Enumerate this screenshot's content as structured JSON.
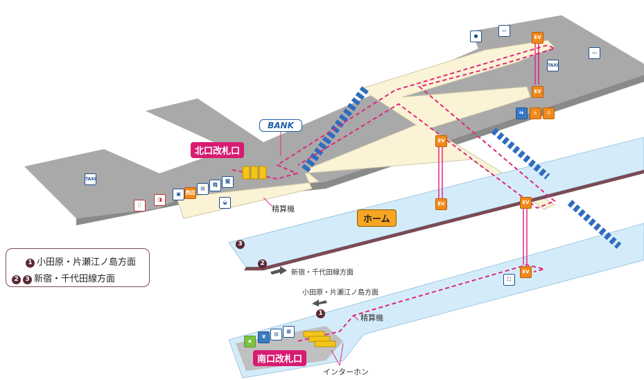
{
  "gates": {
    "north": "北口改札口",
    "south": "南口改札口"
  },
  "platform_label": "ホーム",
  "fare_adjust_north": "精算機",
  "fare_adjust_south": "精算機",
  "intercom": "インターホン",
  "bank": "BANK",
  "taxi": "TAXI",
  "platform_numbers": {
    "one": "1",
    "two": "2",
    "three": "3"
  },
  "directions": {
    "to_shinjuku": "新宿・千代田線方面",
    "to_odawara": "小田原・片瀬江ノ島方面"
  },
  "legend": [
    {
      "nums": [
        "1"
      ],
      "text": "小田原・片瀬江ノ島方面"
    },
    {
      "nums": [
        "2",
        "3"
      ],
      "text": "新宿・千代田線方面"
    }
  ],
  "icons": {
    "elevator": "EV",
    "shop": "売店",
    "wait": "時",
    "info": "案"
  },
  "colors": {
    "concourse_gray": "#a9a9a9",
    "concourse_beige": "#fbf3d5",
    "platform_blue": "#d4ecf9",
    "route_pink": "#e0267f",
    "stairs_blue": "#2f6cc0"
  }
}
